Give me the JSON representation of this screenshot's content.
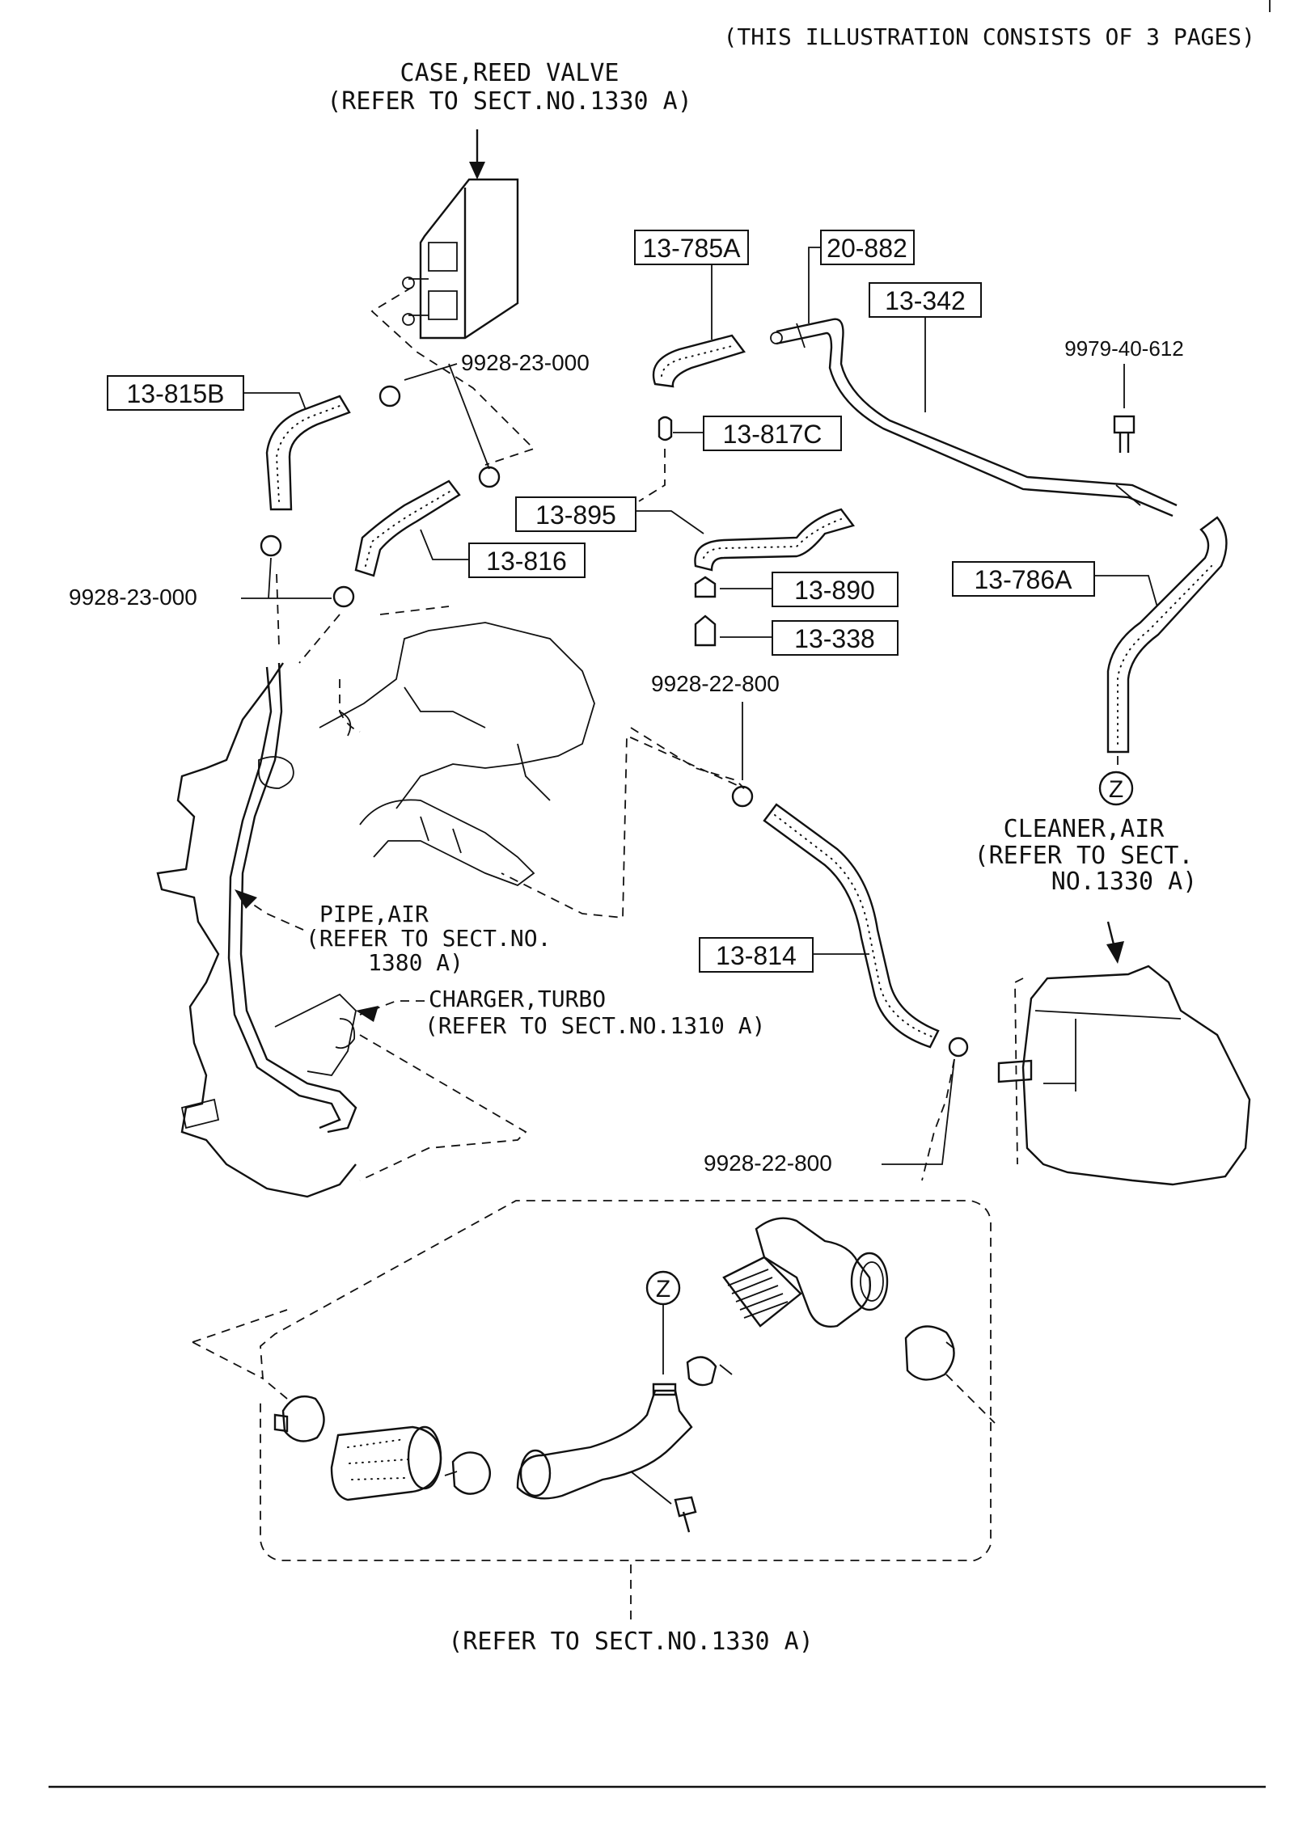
{
  "header": {
    "note": "(THIS ILLUSTRATION CONSISTS OF  3 PAGES)"
  },
  "references": {
    "reed_valve": {
      "line1": "CASE,REED VALVE",
      "line2": "(REFER TO SECT.NO.1330 A)"
    },
    "air_cleaner": {
      "line1": "CLEANER,AIR",
      "line2": "(REFER TO SECT.",
      "line3": "NO.1330 A)"
    },
    "pipe_air": {
      "line1": "PIPE,AIR",
      "line2": "(REFER TO SECT.NO.",
      "line3": "1380 A)"
    },
    "turbo": {
      "line1": "CHARGER,TURBO",
      "line2": "(REFER TO SECT.NO.1310 A)"
    },
    "bottom": {
      "line1": "(REFER TO SECT.NO.1330 A)"
    }
  },
  "part_labels": [
    {
      "id": "13-785A",
      "boxed": true
    },
    {
      "id": "20-882",
      "boxed": true
    },
    {
      "id": "13-342",
      "boxed": true
    },
    {
      "id": "9979-40-612",
      "boxed": false
    },
    {
      "id": "9928-23-000",
      "boxed": false
    },
    {
      "id": "13-815B",
      "boxed": true
    },
    {
      "id": "13-817C",
      "boxed": true
    },
    {
      "id": "13-895",
      "boxed": true
    },
    {
      "id": "13-816",
      "boxed": true
    },
    {
      "id": "9928-23-000",
      "boxed": false
    },
    {
      "id": "13-890",
      "boxed": true
    },
    {
      "id": "13-338",
      "boxed": true
    },
    {
      "id": "13-786A",
      "boxed": true
    },
    {
      "id": "9928-22-800",
      "boxed": false
    },
    {
      "id": "13-814",
      "boxed": true
    },
    {
      "id": "9928-22-800",
      "boxed": false
    }
  ],
  "callouts": {
    "z_top": "Z",
    "z_bottom": "Z"
  }
}
